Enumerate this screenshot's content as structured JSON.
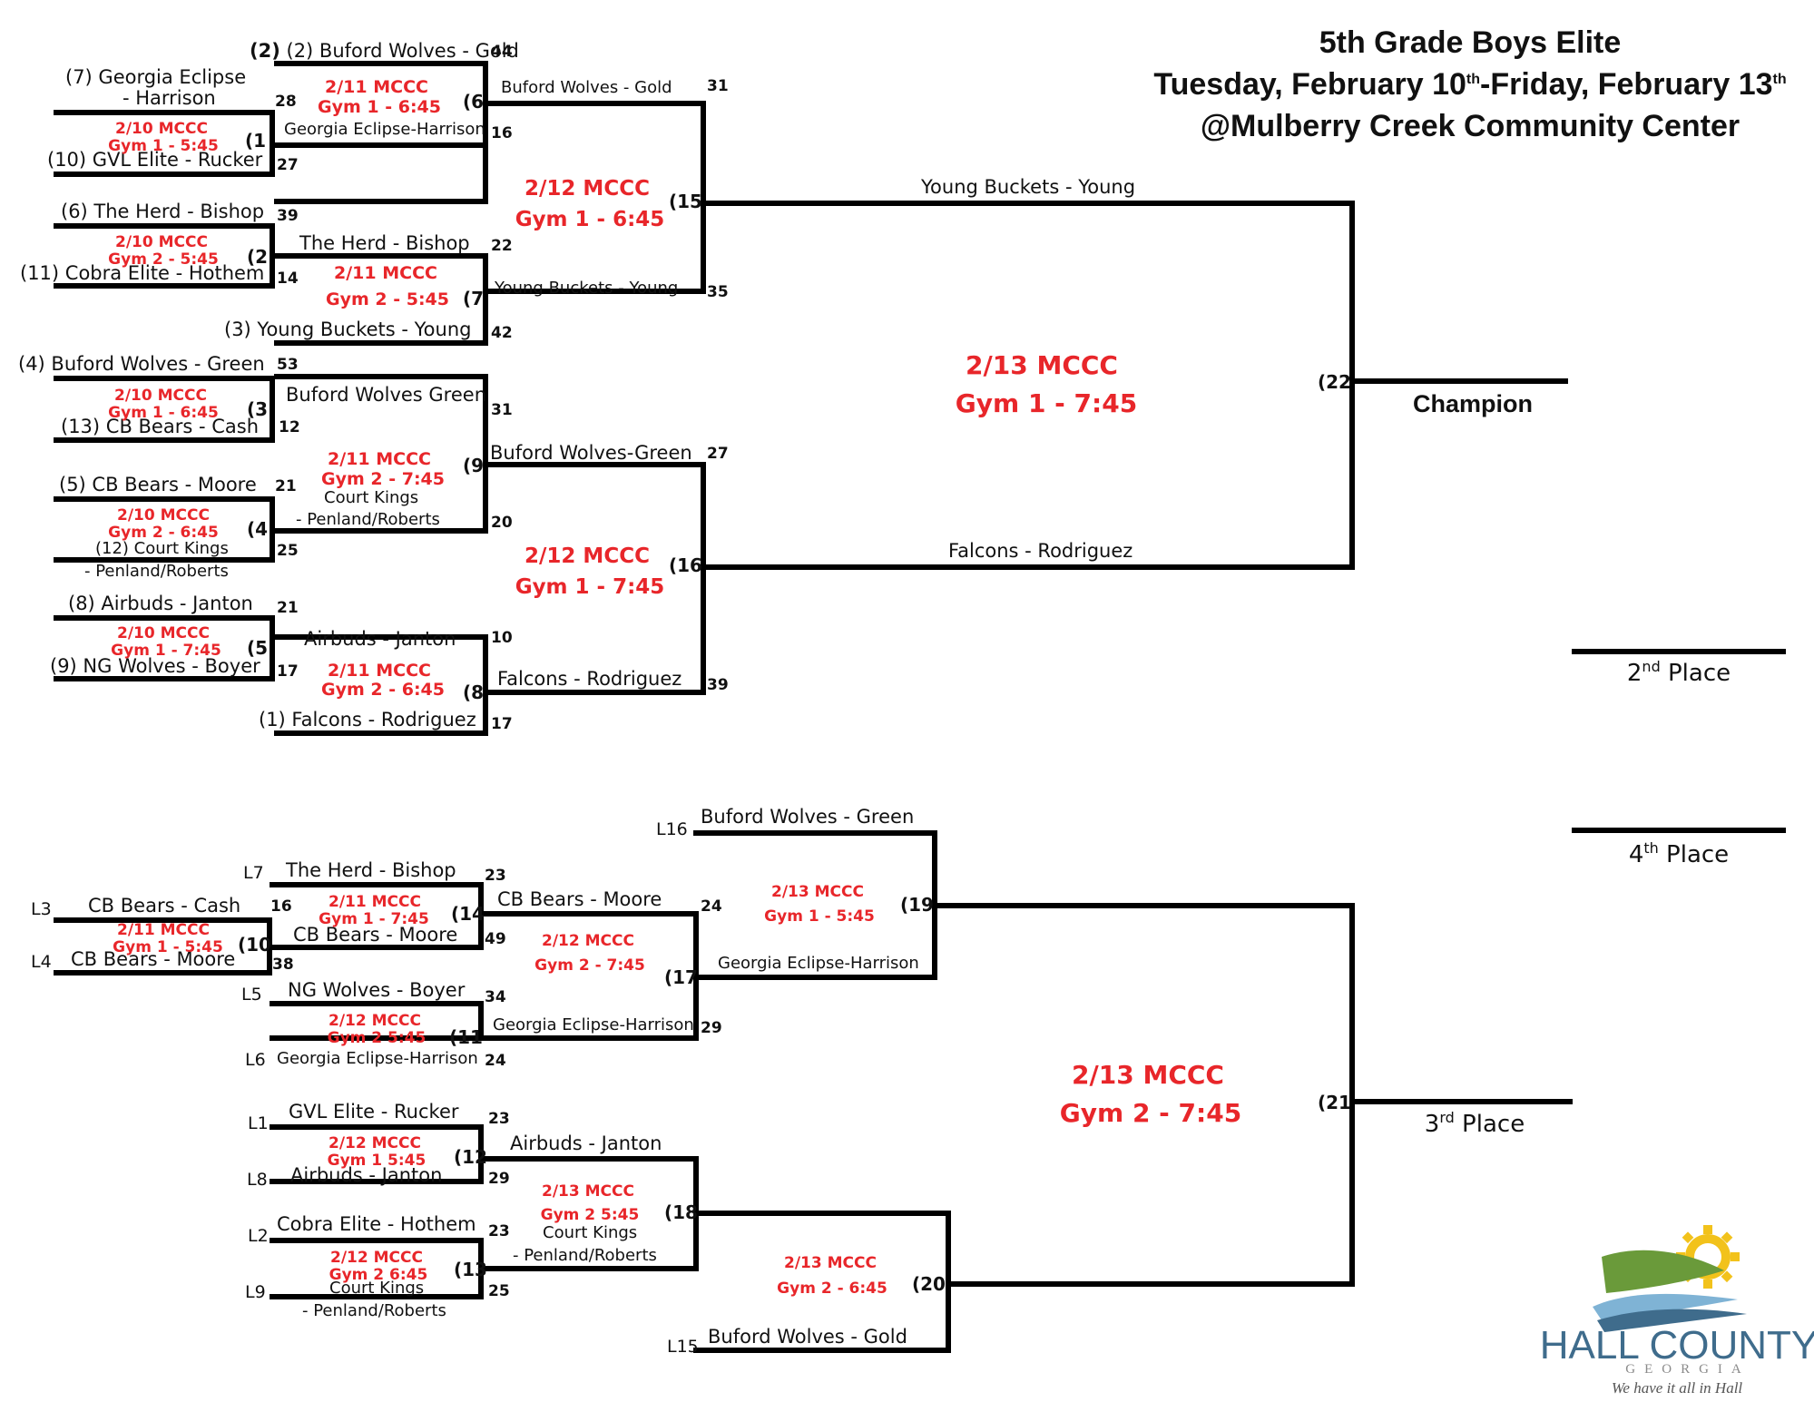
{
  "header": {
    "title": "5th Grade Boys Elite",
    "dates_part1": "Tuesday, February 10",
    "dates_sup1": "th",
    "dates_part2": "-Friday, February 13",
    "dates_sup2": "th",
    "venue": "@Mulberry Creek Community Center"
  },
  "main_bracket": {
    "teams": [
      "(2) Buford Wolves - Gold",
      "(7) Georgia Eclipse",
      "- Harrison",
      "(10) GVL Elite - Rucker",
      "(6) The Herd - Bishop",
      "(11) Cobra Elite - Hothem",
      "(3) Young Buckets - Young",
      "(4) Buford Wolves - Green",
      "(13) CB Bears - Cash",
      "(5) CB Bears - Moore",
      "(12) Court Kings",
      "- Penland/Roberts",
      "(8) Airbuds - Janton",
      "(9) NG Wolves - Boyer",
      "(1) Falcons - Rodriguez"
    ],
    "advancers": [
      "Georgia Eclipse-Harrison",
      "The Herd - Bishop",
      "Buford Wolves Green",
      "Court Kings",
      "- Penland/Roberts",
      "Airbuds - Janton",
      "Buford Wolves - Gold",
      "Young Buckets - Young",
      "Buford Wolves-Green",
      "Falcons - Rodriguez",
      "Young Buckets - Young",
      "Falcons - Rodriguez"
    ],
    "scores": [
      "44",
      "28",
      "27",
      "39",
      "14",
      "42",
      "53",
      "12",
      "21",
      "25",
      "21",
      "17",
      "17",
      "31",
      "16",
      "22",
      "35",
      "31",
      "20",
      "10",
      "27",
      "39"
    ],
    "game_numbers": [
      "(1",
      "(2",
      "(3",
      "(4",
      "(5",
      "(6",
      "(7",
      "(8",
      "(9",
      "(15",
      "(16",
      "(22"
    ],
    "schedules": [
      "2/10 MCCC",
      "Gym 1 - 5:45",
      "2/10 MCCC",
      "Gym 2 - 5:45",
      "2/10 MCCC",
      "Gym 1 - 6:45",
      "2/10 MCCC",
      "Gym 2 - 6:45",
      "2/10 MCCC",
      "Gym 1 - 7:45",
      "2/11 MCCC",
      "Gym 1 - 6:45",
      "2/11 MCCC",
      "Gym 2 - 5:45",
      "2/11 MCCC",
      "Gym 2 - 7:45",
      "2/11 MCCC",
      "Gym 2 - 6:45",
      "2/12 MCCC",
      "Gym 1 - 6:45",
      "2/12 MCCC",
      "Gym 1 - 7:45",
      "2/13 MCCC",
      "Gym 1 - 7:45"
    ],
    "champion_label": "Champion"
  },
  "consolation_bracket": {
    "loser_labels": [
      "L7",
      "L3",
      "L4",
      "L5",
      "L6",
      "L1",
      "L8",
      "L2",
      "L9",
      "L16",
      "L15"
    ],
    "teams": [
      "The Herd - Bishop",
      "CB Bears - Cash",
      "CB Bears - Moore",
      "NG Wolves - Boyer",
      "Georgia Eclipse-Harrison",
      "GVL Elite - Rucker",
      "Airbuds - Janton",
      "Cobra Elite - Hothem",
      "Court Kings",
      "- Penland/Roberts",
      "Buford Wolves - Green",
      "Buford Wolves - Gold"
    ],
    "advancers": [
      "CB Bears - Moore",
      "CB Bears - Moore",
      "Georgia Eclipse-Harrison",
      "Airbuds - Janton",
      "Court Kings",
      "- Penland/Roberts",
      "Georgia Eclipse-Harrison"
    ],
    "scores": [
      "23",
      "16",
      "38",
      "49",
      "34",
      "24",
      "23",
      "29",
      "23",
      "25",
      "24",
      "29"
    ],
    "game_numbers": [
      "(10",
      "(11",
      "(12",
      "(13",
      "(14",
      "(17",
      "(18",
      "(19",
      "(20",
      "(21"
    ],
    "schedules": [
      "2/11 MCCC",
      "Gym 1 - 5:45",
      "2/11 MCCC",
      "Gym 1 - 7:45",
      "2/12 MCCC",
      "Gym 2 5:45",
      "2/12 MCCC",
      "Gym 1 5:45",
      "2/12 MCCC",
      "Gym 2 6:45",
      "2/12 MCCC",
      "Gym 2 - 7:45",
      "2/13 MCCC",
      "Gym 2 5:45",
      "2/13 MCCC",
      "Gym 1 - 5:45",
      "2/13 MCCC",
      "Gym 2 - 6:45",
      "2/13 MCCC",
      "Gym 2 - 7:45"
    ]
  },
  "places": {
    "second": "2",
    "second_sup": "nd",
    "second_word": " Place",
    "third": "3",
    "third_sup": "rd",
    "third_word": " Place",
    "fourth": "4",
    "fourth_sup": "th",
    "fourth_word": " Place"
  },
  "logo": {
    "name": "HALL COUNTY",
    "sub": "GEORGIA",
    "tagline": "We have it all in Hall",
    "colors": {
      "green": "#6a9a3a",
      "blue": "#3f6c8c",
      "sun": "#f2c21b"
    }
  }
}
